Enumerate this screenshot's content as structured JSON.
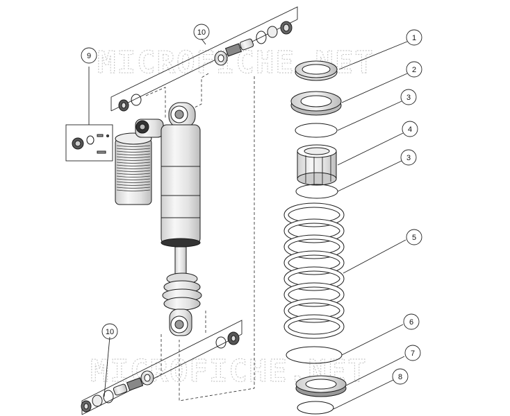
{
  "watermark": "MICROFICHE.NET",
  "callouts": [
    {
      "id": "c1",
      "label": "1"
    },
    {
      "id": "c2",
      "label": "2"
    },
    {
      "id": "c3a",
      "label": "3"
    },
    {
      "id": "c4",
      "label": "4"
    },
    {
      "id": "c3b",
      "label": "3"
    },
    {
      "id": "c5",
      "label": "5"
    },
    {
      "id": "c6",
      "label": "6"
    },
    {
      "id": "c7",
      "label": "7"
    },
    {
      "id": "c8",
      "label": "8"
    },
    {
      "id": "c9",
      "label": "9"
    },
    {
      "id": "c10a",
      "label": "10"
    },
    {
      "id": "c10b",
      "label": "10"
    }
  ],
  "colors": {
    "line": "#1a1a1a",
    "shade": "#d6d6d6",
    "light": "#efefef",
    "watermark": "#c9c9c9"
  }
}
